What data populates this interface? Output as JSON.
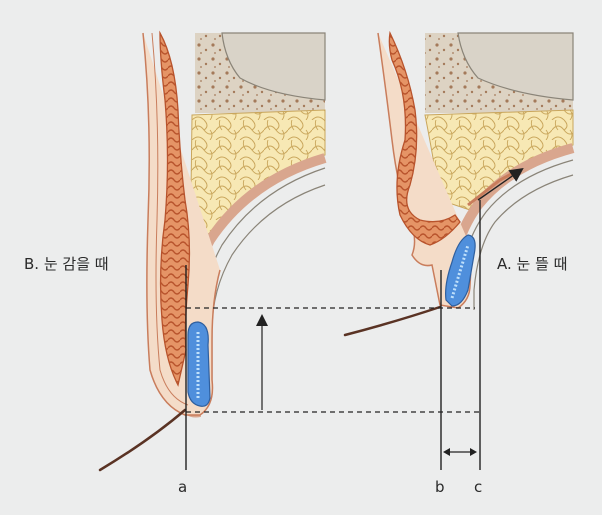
{
  "labels": {
    "closed_state": "B. 눈 감을 때",
    "open_state": "A. 눈 뜰 때",
    "line_a": "a",
    "line_b": "b",
    "line_c": "c"
  },
  "colors": {
    "background": "#eceded",
    "skin_fill": "#f4dcc8",
    "skin_outline": "#c97d5c",
    "muscle": "#e08a5a",
    "muscle_stroke": "#b8532c",
    "fat": "#f7e8b4",
    "fat_outline": "#c9a65c",
    "bone": "#ddd7cc",
    "eyeball": "#d7d1c6",
    "tarsal_plate": "#4f8fdc",
    "tarsal_glands": "#bfe0fb",
    "lines": "#222222",
    "lash": "#5a3324"
  }
}
